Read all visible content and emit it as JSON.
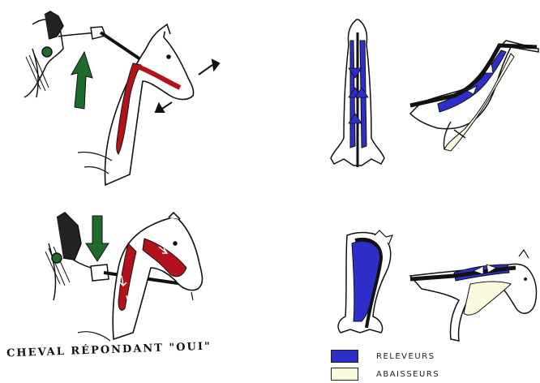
{
  "caption": "CHEVAL RÉPONDANT \"OUI\"",
  "legend": [
    {
      "label": "RELEVEURS",
      "color": "#2e2ec8"
    },
    {
      "label": "ABAISSEURS",
      "color": "#fbfbe0"
    }
  ],
  "colors": {
    "red_muscle": "#b3121b",
    "blue_muscle": "#2e2ec8",
    "green_arrow": "#1f6b2e",
    "ink": "#111111",
    "cream": "#fbfbe0"
  }
}
